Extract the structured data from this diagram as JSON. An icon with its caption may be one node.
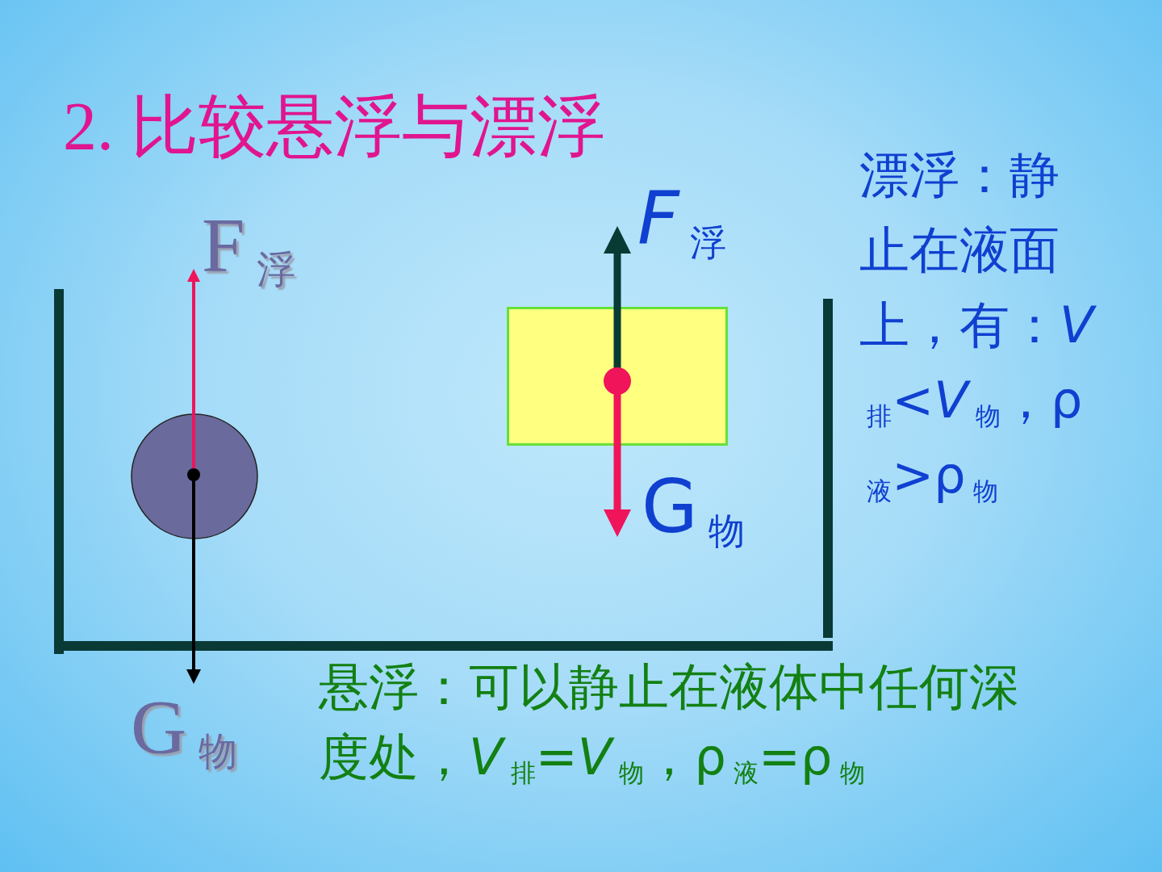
{
  "diagram": {
    "title": "2. 比较悬浮与漂浮",
    "nodes": [
      {
        "text": [],
        "shape": "circle"
      },
      {
        "text": [],
        "shape": "box"
      }
    ],
    "labels": [
      "F$_{浮}$",
      "*F*$_{浮}$",
      "漂浮：静止在液面上，有：*V*$_{排}$<*V*$_{物}$，ρ$_{液}$>ρ$_{物}$",
      "G$_{物}$",
      "G$_{物}$",
      "悬浮：可以静止在液体中任何深度处，*V*$_{排}$=*V*$_{物}$，ρ$_{液}$=ρ$_{物}$"
    ]
  }
}
